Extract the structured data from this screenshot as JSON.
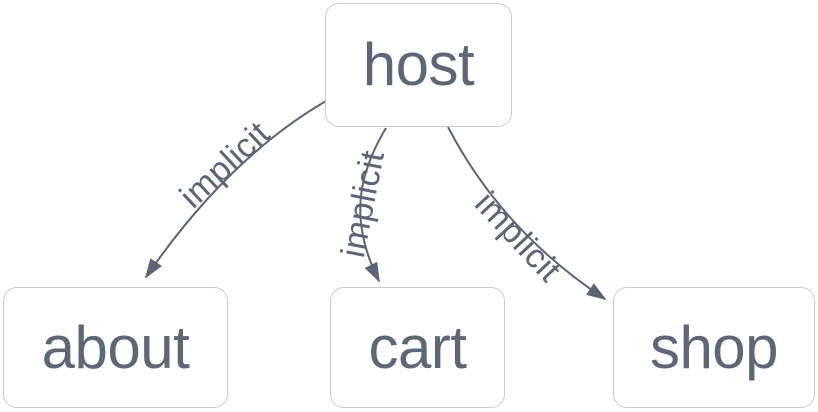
{
  "diagram": {
    "type": "graph",
    "direction": "top-down",
    "colors": {
      "background": "#ffffff",
      "node_fill": "#ffffff",
      "node_border": "#c9cbce",
      "node_text": "#5d6876",
      "edge": "#5b6576"
    },
    "nodes": [
      {
        "id": "host",
        "label": "host"
      },
      {
        "id": "about",
        "label": "about"
      },
      {
        "id": "cart",
        "label": "cart"
      },
      {
        "id": "shop",
        "label": "shop"
      }
    ],
    "edges": [
      {
        "from": "host",
        "to": "about",
        "label": "implicit",
        "arrow": "filled-triangle"
      },
      {
        "from": "host",
        "to": "cart",
        "label": "implicit",
        "arrow": "filled-triangle"
      },
      {
        "from": "host",
        "to": "shop",
        "label": "implicit",
        "arrow": "filled-triangle"
      }
    ]
  }
}
